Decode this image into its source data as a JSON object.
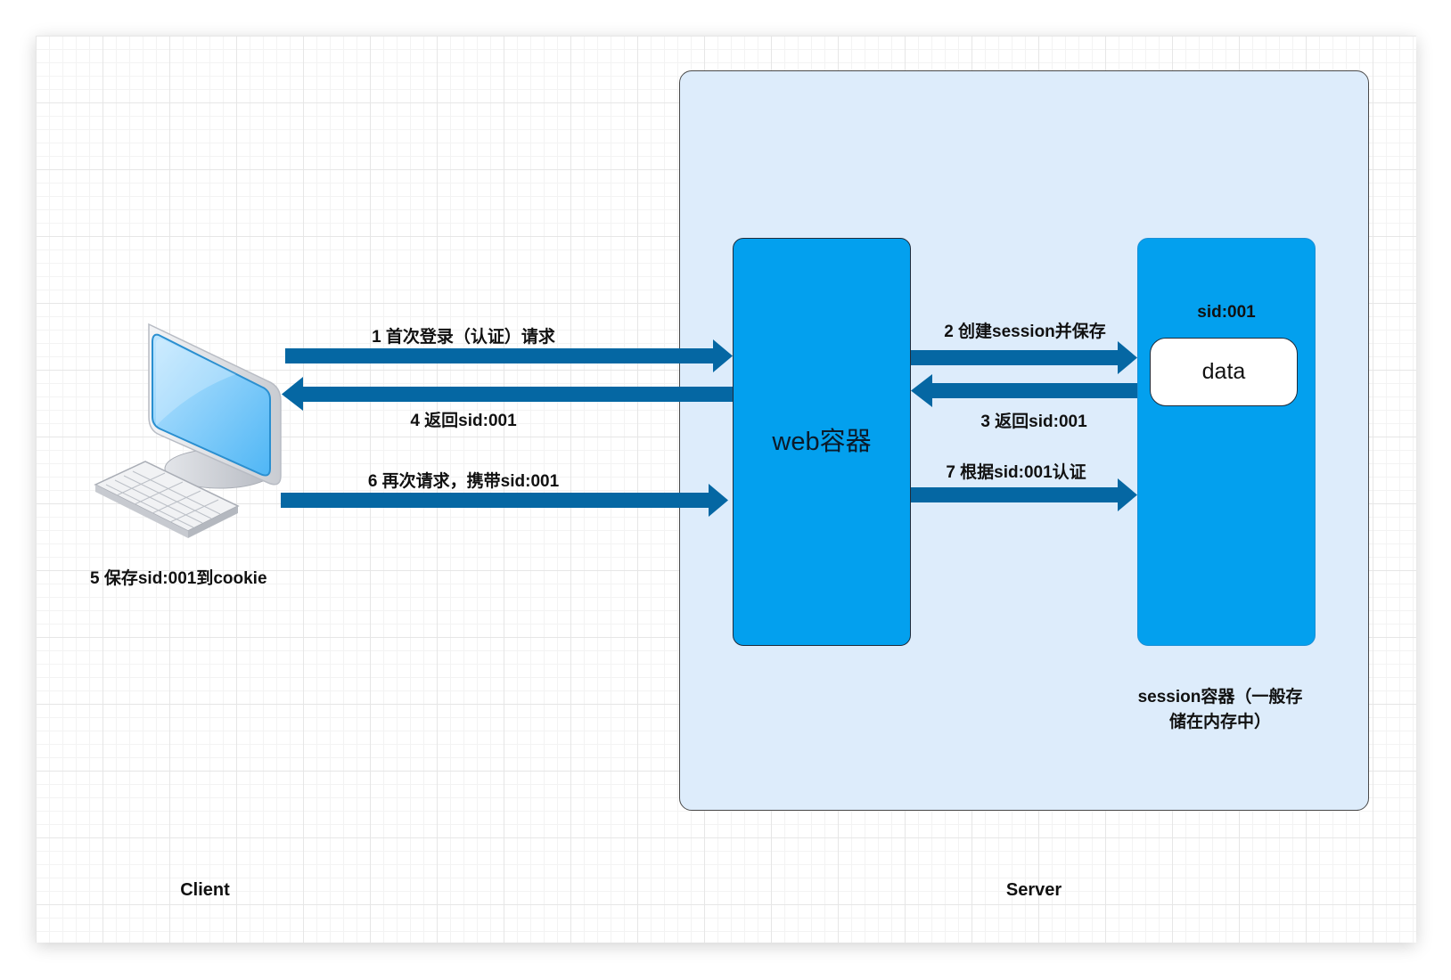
{
  "client": {
    "label": "Client",
    "save_label": "5 保存sid:001到cookie"
  },
  "server": {
    "label": "Server",
    "web_container": "web容器",
    "session_sid": "sid:001",
    "session_data": "data",
    "session_caption_line1": "session容器（一般存",
    "session_caption_line2": "储在内存中）"
  },
  "arrows": {
    "a1": "1 首次登录（认证）请求",
    "a2": "2 创建session并保存",
    "a3": "3 返回sid:001",
    "a4": "4 返回sid:001",
    "a6": "6 再次请求，携带sid:001",
    "a7": "7 根据sid:001认证"
  },
  "colors": {
    "arrow": "#0567a3",
    "block": "#03a0ee",
    "server_bg": "#ddecfb"
  },
  "icons": {
    "client": "desktop-computer-icon"
  }
}
